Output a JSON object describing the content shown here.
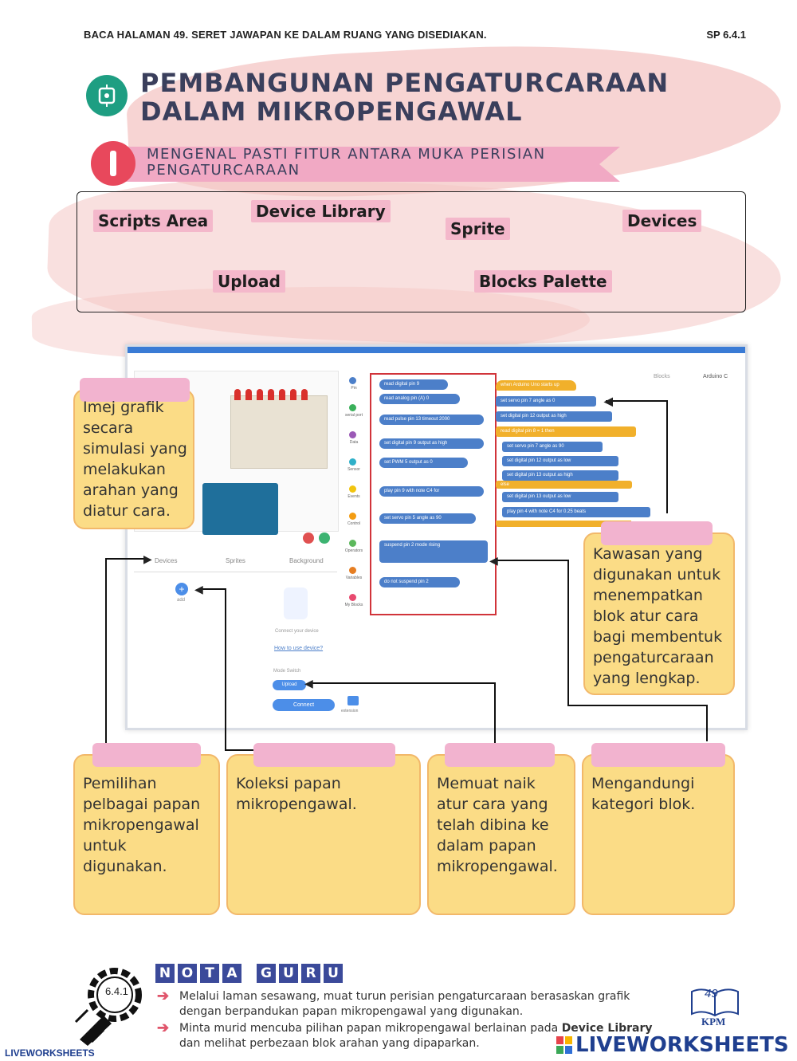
{
  "header": {
    "instruction": "BACA HALAMAN 49. SERET JAWAPAN KE DALAM RUANG YANG DISEDIAKAN.",
    "sp_code": "SP 6.4.1"
  },
  "title": {
    "line1": "PEMBANGUNAN PENGATURCARAAN",
    "line2": "DALAM MIKROPENGAWAL"
  },
  "section": {
    "line1": "MENGENAL PASTI FITUR ANTARA MUKA PERISIAN",
    "line2": "PENGATURCARAAN"
  },
  "answers": [
    "Scripts Area",
    "Device Library",
    "Sprite",
    "Devices",
    "Upload",
    "Blocks Palette"
  ],
  "ide": {
    "tabs": [
      "Devices",
      "Sprites",
      "Background"
    ],
    "categories": [
      "Pin",
      "serial port",
      "Data",
      "Sensor",
      "Events",
      "Control",
      "Operators",
      "Variables",
      "My Blocks"
    ],
    "palette_blocks": [
      "read digital pin 9",
      "read analog pin (A) 0",
      "read pulse pin 13 timeout 2000",
      "set digital pin 9 output as high",
      "set PWM 5 output as 0",
      "play pin 9 with note C4 for",
      "set servo pin 5 angle as 90",
      "suspend pin 2 mode rising",
      "do not suspend pin 2"
    ],
    "script_blocks": [
      "when Arduino Uno starts up",
      "set servo pin 7 angle as 0",
      "set digital pin 12 output as high",
      "read digital pin 8 = 1 then",
      "set servo pin 7 angle as 90",
      "set digital pin 12 output as low",
      "set digital pin 13 output as high",
      "else",
      "set digital pin 13 output as low",
      "play pin 4 with note C4 for 0.25 beats"
    ],
    "blocks_tab": "Blocks",
    "arduino_tab": "Arduino C",
    "add_label": "add",
    "connect_device": "Connect your device",
    "how_to": "How to use device?",
    "mode_switch": "Mode Switch",
    "upload_btn": "Upload",
    "connect_btn": "Connect",
    "extension": "extension"
  },
  "callouts": {
    "sprite_desc": "Imej grafik secara simulasi yang melakukan arahan yang diatur cara.",
    "scripts_desc": "Kawasan yang digunakan untuk menempatkan blok atur cara bagi membentuk pengaturcaraan yang lengkap.",
    "devices_desc": "Pemilihan pelbagai papan mikropengawal untuk digunakan.",
    "library_desc": "Koleksi papan mikropengawal.",
    "upload_desc": "Memuat naik atur cara yang telah dibina ke dalam papan mikropengawal.",
    "palette_desc": "Mengandungi kategori blok."
  },
  "nota": {
    "letters": [
      "N",
      "O",
      "T",
      "A",
      "G",
      "U",
      "R",
      "U"
    ],
    "badge": "6.4.1",
    "line1": "Melalui laman sesawang, muat turun perisian pengaturcaraan berasaskan grafik",
    "line1b": "dengan berpandukan papan mikropengawal yang digunakan.",
    "line2a": "Minta murid mencuba pilihan papan mikropengawal berlainan pada ",
    "line2bold": "Device Library",
    "line2b": "dan melihat perbezaan blok arahan yang dipaparkan."
  },
  "footer": {
    "page_num": "49",
    "kpm": "KPM",
    "lw_small": "LIVEWORKSHEETS",
    "lw_large": "LIVEWORKSHEETS"
  },
  "colors": {
    "pink": "#f4b8cb",
    "yellow": "#fbdc86",
    "navy": "#3a3f5c",
    "accent_red": "#e8485c",
    "ide_blue": "#3a7bd5"
  }
}
